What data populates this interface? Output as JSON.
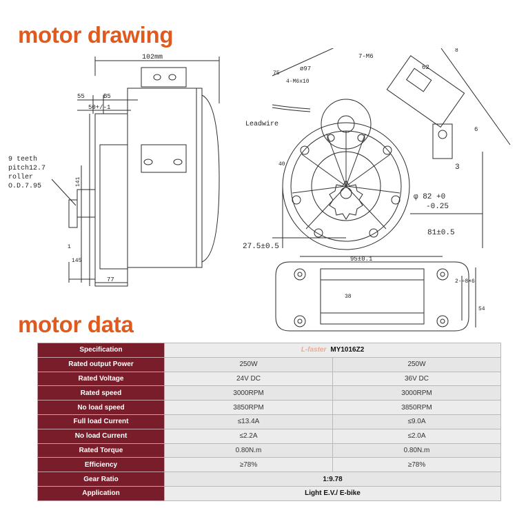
{
  "headings": {
    "drawing": "motor drawing",
    "data": "motor data"
  },
  "drawing": {
    "dim_top_width": "102mm",
    "dim_55": "55",
    "dim_b5": "B5",
    "dim_50": "50+/-1",
    "dim_141": "141",
    "teeth_note_1": "9 teeth",
    "teeth_note_2": "pitch12.7",
    "teeth_note_3": "roller",
    "teeth_note_4": "O.D.7.95",
    "dim_left_b5": "145",
    "dim_1": "1",
    "dim_27": "27.5",
    "dim_77": "77",
    "leadwire": "Leadwire",
    "dim_75": "75",
    "dim_97": "ø97",
    "dim_m6": "4-M6x10",
    "dim_7m6": "7-M6",
    "dim_62": "62",
    "dim_6": "6",
    "dim_3": "3",
    "dim_8": "8",
    "dim_40": "40",
    "dim_phi82": "φ 82 +0",
    "dim_phi82b": "-0.25",
    "dim_81": "81±0.5",
    "dim_275": "27.5±0.5",
    "dim_95": "95±0.1",
    "dim_38": "38",
    "dim_side": "2-÷8×6",
    "dim_54": "54"
  },
  "table": {
    "header": {
      "label": "Specification",
      "brand": "L-faster",
      "model": "MY1016Z2"
    },
    "rows": [
      {
        "label": "Rated output Power",
        "v1": "250W",
        "v2": "250W"
      },
      {
        "label": "Rated Voltage",
        "v1": "24V DC",
        "v2": "36V DC"
      },
      {
        "label": "Rated speed",
        "v1": "3000RPM",
        "v2": "3000RPM"
      },
      {
        "label": "No load speed",
        "v1": "3850RPM",
        "v2": "3850RPM"
      },
      {
        "label": "Full load Current",
        "v1": "≤13.4A",
        "v2": "≤9.0A"
      },
      {
        "label": "No load Current",
        "v1": "≤2.2A",
        "v2": "≤2.0A"
      },
      {
        "label": "Rated Torque",
        "v1": "0.80N.m",
        "v2": "0.80N.m"
      },
      {
        "label": "Efficiency",
        "v1": "≥78%",
        "v2": "≥78%"
      }
    ],
    "gear": {
      "label": "Gear Ratio",
      "value": "1:9.78"
    },
    "application": {
      "label": "Application",
      "value": "Light E.V./ E-bike"
    }
  }
}
